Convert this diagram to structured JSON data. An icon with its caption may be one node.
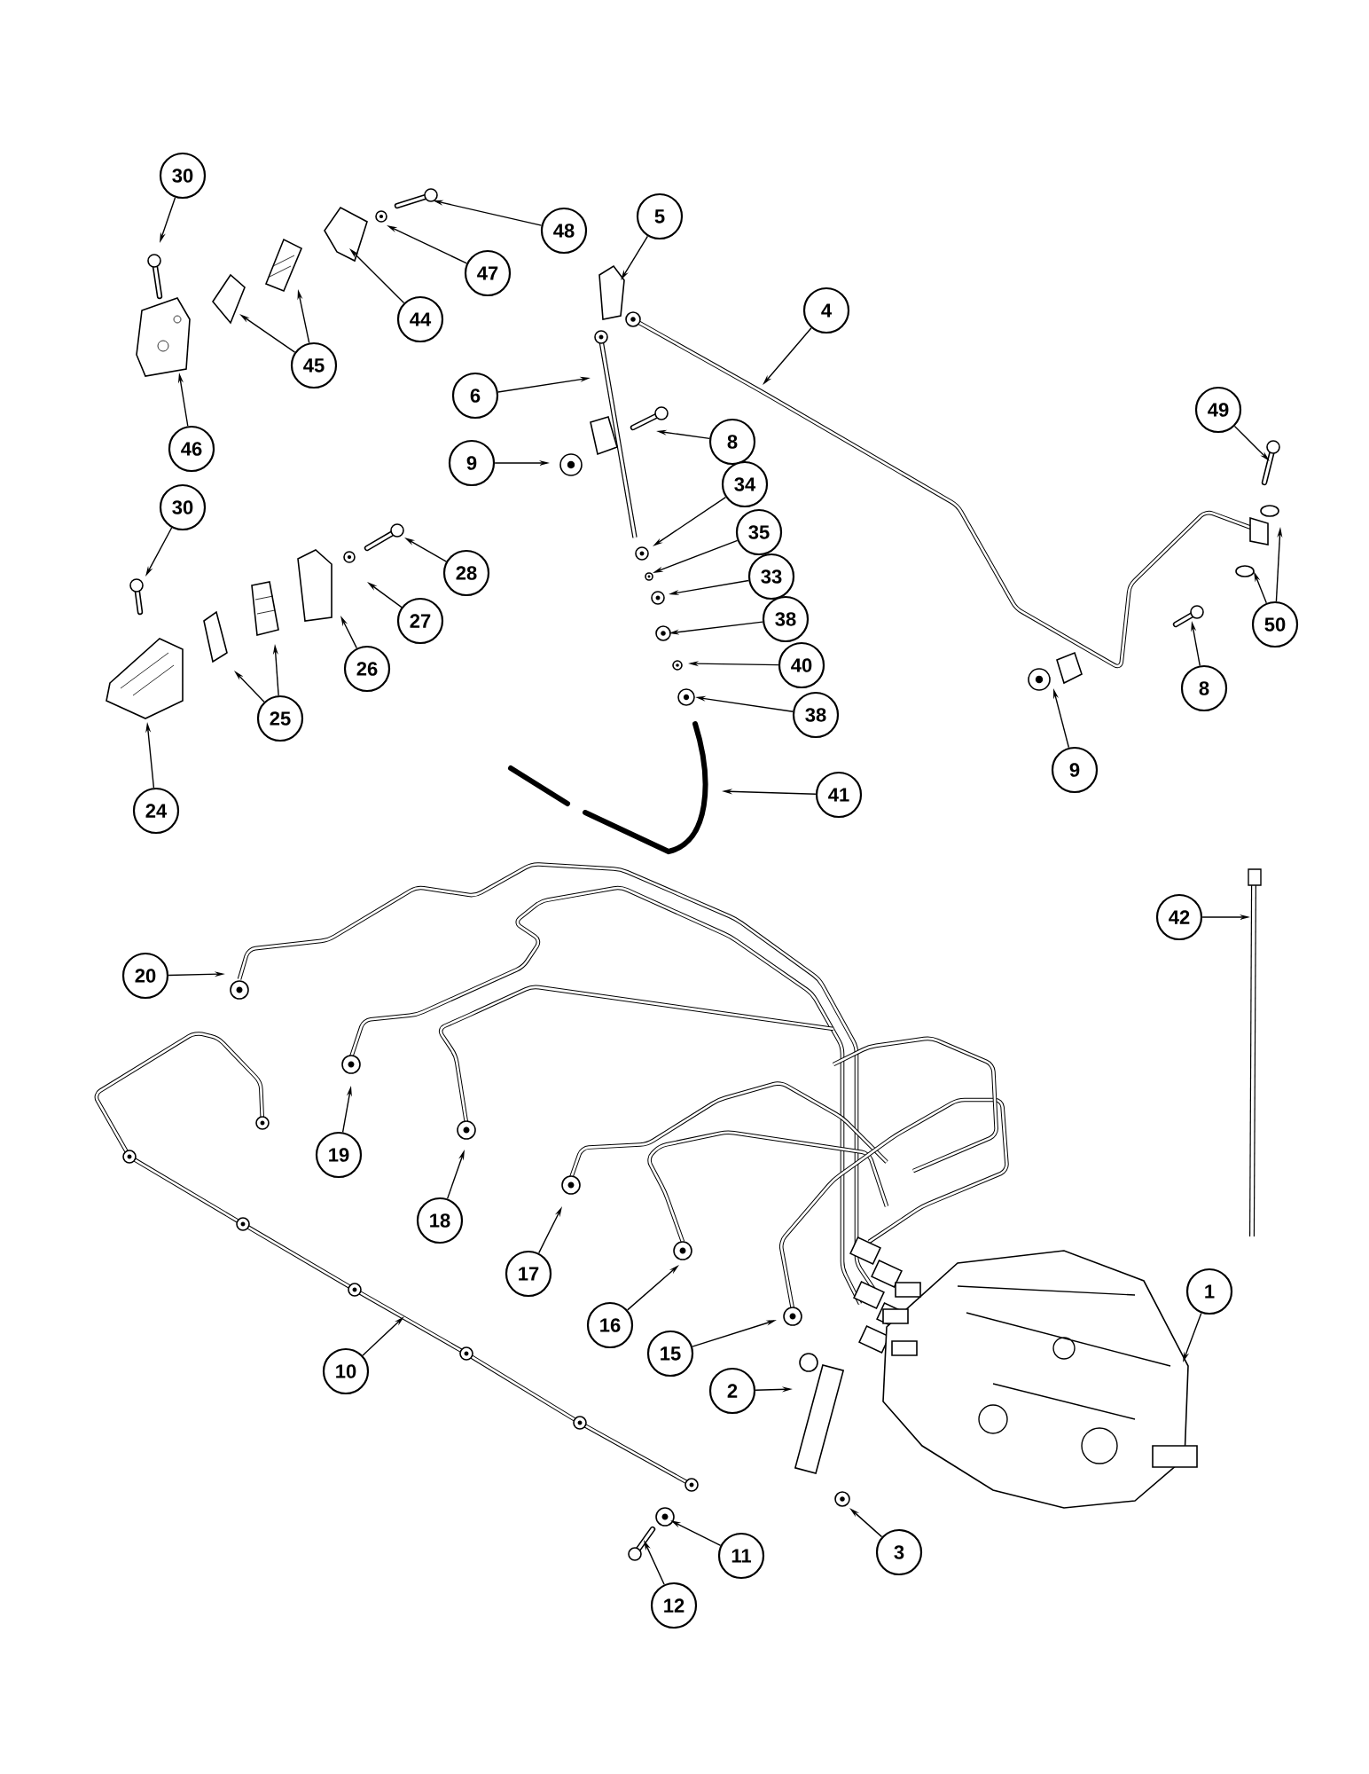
{
  "diagram": {
    "nodes": [
      {
        "text": [
          "30"
        ]
      },
      {
        "text": [
          "48"
        ]
      },
      {
        "text": [
          "5"
        ]
      },
      {
        "text": [
          "47"
        ]
      },
      {
        "text": [
          "4"
        ]
      },
      {
        "text": [
          "44"
        ]
      },
      {
        "text": [
          "45"
        ]
      },
      {
        "text": [
          "6"
        ]
      },
      {
        "text": [
          "49"
        ]
      },
      {
        "text": [
          "8"
        ]
      },
      {
        "text": [
          "46"
        ]
      },
      {
        "text": [
          "9"
        ]
      },
      {
        "text": [
          "34"
        ]
      },
      {
        "text": [
          "30"
        ]
      },
      {
        "text": [
          "28"
        ]
      },
      {
        "text": [
          "35"
        ]
      },
      {
        "text": [
          "33"
        ]
      },
      {
        "text": [
          "27"
        ]
      },
      {
        "text": [
          "38"
        ]
      },
      {
        "text": [
          "50"
        ]
      },
      {
        "text": [
          "40"
        ]
      },
      {
        "text": [
          "26"
        ]
      },
      {
        "text": [
          "8"
        ]
      },
      {
        "text": [
          "38"
        ]
      },
      {
        "text": [
          "25"
        ]
      },
      {
        "text": [
          "9"
        ]
      },
      {
        "text": [
          "24"
        ]
      },
      {
        "text": [
          "41"
        ]
      },
      {
        "text": [
          "42"
        ]
      },
      {
        "text": [
          "20"
        ]
      },
      {
        "text": [
          "19"
        ]
      },
      {
        "text": [
          "18"
        ]
      },
      {
        "text": [
          "1"
        ]
      },
      {
        "text": [
          "17"
        ]
      },
      {
        "text": [
          "16"
        ]
      },
      {
        "text": [
          "15"
        ]
      },
      {
        "text": [
          "10"
        ]
      },
      {
        "text": [
          "2"
        ]
      },
      {
        "text": [
          "3"
        ]
      },
      {
        "text": [
          "11"
        ]
      },
      {
        "text": [
          "12"
        ]
      }
    ],
    "edges": [
      {
        "from": 0,
        "to": null,
        "arrow": "to"
      },
      {
        "from": 1,
        "to": null,
        "arrow": "to"
      },
      {
        "from": 2,
        "to": null,
        "arrow": "to"
      },
      {
        "from": 3,
        "to": null,
        "arrow": "to"
      },
      {
        "from": 4,
        "to": null,
        "arrow": "to"
      },
      {
        "from": 5,
        "to": null,
        "arrow": "to"
      },
      {
        "from": 6,
        "to": null,
        "arrow": "to"
      },
      {
        "from": 6,
        "to": null,
        "arrow": "to"
      },
      {
        "from": 7,
        "to": null,
        "arrow": "to"
      },
      {
        "from": 8,
        "to": null,
        "arrow": "to"
      },
      {
        "from": 9,
        "to": null,
        "arrow": "to"
      },
      {
        "from": 10,
        "to": null,
        "arrow": "to"
      },
      {
        "from": 11,
        "to": null,
        "arrow": "to"
      },
      {
        "from": 12,
        "to": null,
        "arrow": "to"
      },
      {
        "from": 13,
        "to": null,
        "arrow": "to"
      },
      {
        "from": 14,
        "to": null,
        "arrow": "to"
      },
      {
        "from": 15,
        "to": null,
        "arrow": "to"
      },
      {
        "from": 16,
        "to": null,
        "arrow": "to"
      },
      {
        "from": 17,
        "to": null,
        "arrow": "to"
      },
      {
        "from": 18,
        "to": null,
        "arrow": "to"
      },
      {
        "from": 19,
        "to": null,
        "arrow": "to"
      },
      {
        "from": 19,
        "to": null,
        "arrow": "to"
      },
      {
        "from": 20,
        "to": null,
        "arrow": "to"
      },
      {
        "from": 21,
        "to": null,
        "arrow": "to"
      },
      {
        "from": 22,
        "to": null,
        "arrow": "to"
      },
      {
        "from": 23,
        "to": null,
        "arrow": "to"
      },
      {
        "from": 24,
        "to": null,
        "arrow": "to"
      },
      {
        "from": 24,
        "to": null,
        "arrow": "to"
      },
      {
        "from": 25,
        "to": null,
        "arrow": "to"
      },
      {
        "from": 26,
        "to": null,
        "arrow": "to"
      },
      {
        "from": 27,
        "to": null,
        "arrow": "to"
      },
      {
        "from": 28,
        "to": null,
        "arrow": "to"
      },
      {
        "from": 29,
        "to": null,
        "arrow": "to"
      },
      {
        "from": 30,
        "to": null,
        "arrow": "to"
      },
      {
        "from": 31,
        "to": null,
        "arrow": "to"
      },
      {
        "from": 32,
        "to": null,
        "arrow": "to"
      },
      {
        "from": 33,
        "to": null,
        "arrow": "to"
      },
      {
        "from": 34,
        "to": null,
        "arrow": "to"
      },
      {
        "from": 35,
        "to": null,
        "arrow": "to"
      },
      {
        "from": 36,
        "to": null,
        "arrow": "to"
      },
      {
        "from": 37,
        "to": null,
        "arrow": "to"
      },
      {
        "from": 38,
        "to": null,
        "arrow": "to"
      },
      {
        "from": 39,
        "to": null,
        "arrow": "to"
      },
      {
        "from": 40,
        "to": null,
        "arrow": "to"
      }
    ]
  }
}
